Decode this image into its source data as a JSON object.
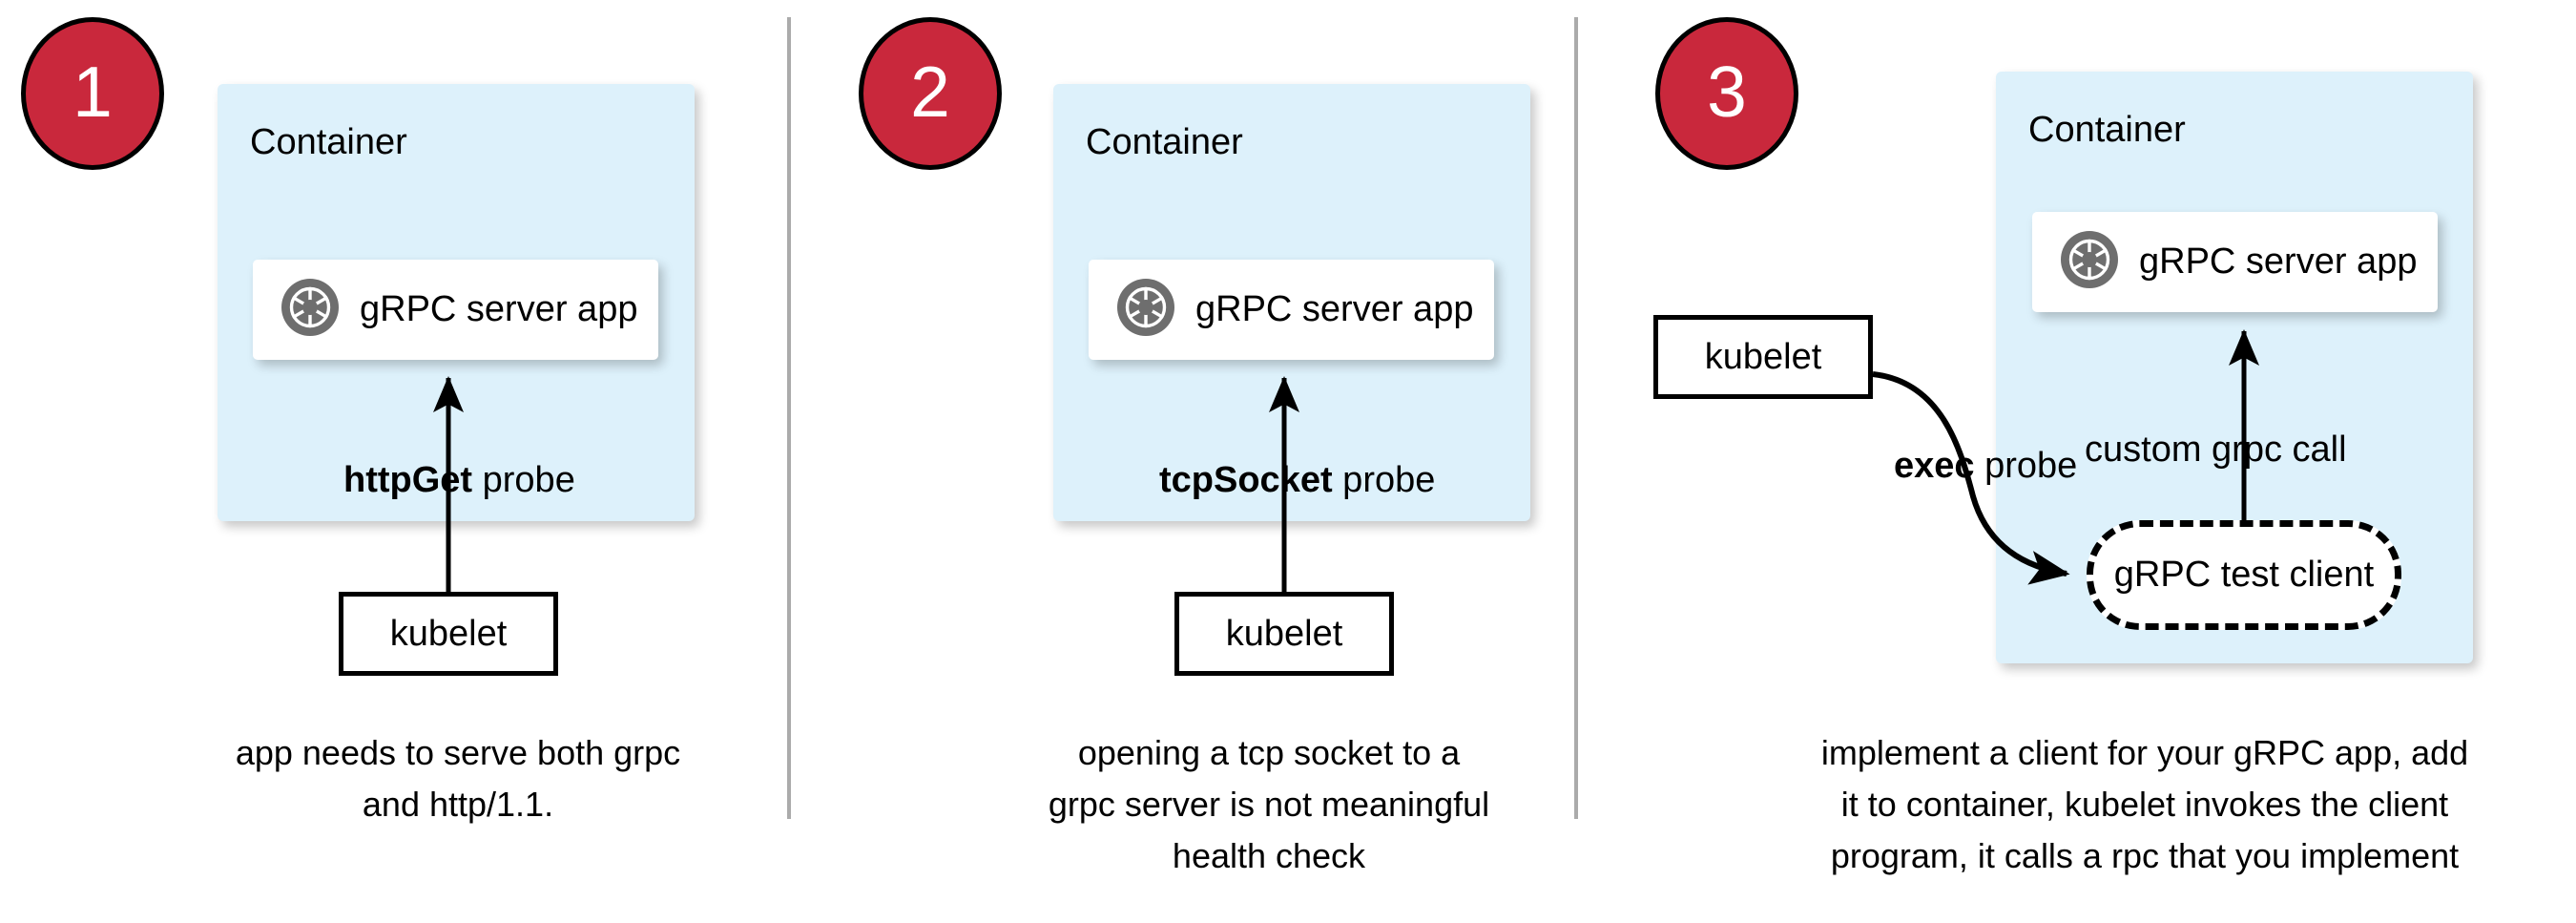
{
  "diagram": {
    "title": "Kubernetes probe strategies for gRPC servers",
    "panel_count": 3,
    "colors": {
      "badge_fill": "#c9283c",
      "badge_text": "#ffffff",
      "container_fill": "#ddf1fb",
      "card_fill": "#ffffff",
      "divider": "#ababab",
      "logo_gray": "#6e6e6e",
      "stroke": "#000000"
    }
  },
  "panels": [
    {
      "number": "1",
      "container_label": "Container",
      "app_label": "gRPC server app",
      "app_icon": "grpc-aperture-icon",
      "probe_label_bold": "httpGet",
      "probe_label_rest": " probe",
      "kubelet_label": "kubelet",
      "caption": "app needs to serve both grpc and http/1.1."
    },
    {
      "number": "2",
      "container_label": "Container",
      "app_label": "gRPC server app",
      "app_icon": "grpc-aperture-icon",
      "probe_label_bold": "tcpSocket",
      "probe_label_rest": " probe",
      "kubelet_label": "kubelet",
      "caption": "opening a tcp socket to a grpc server is not meaningful health check"
    },
    {
      "number": "3",
      "container_label": "Container",
      "app_label": "gRPC server app",
      "app_icon": "grpc-aperture-icon",
      "probe_label_bold": "exec",
      "probe_label_rest": " probe",
      "kubelet_label": "kubelet",
      "test_client_label": "gRPC test client",
      "custom_call_label": "custom grpc call",
      "caption": "implement a client for your gRPC app, add it to container, kubelet invokes the client program, it calls a rpc that you implement"
    }
  ]
}
